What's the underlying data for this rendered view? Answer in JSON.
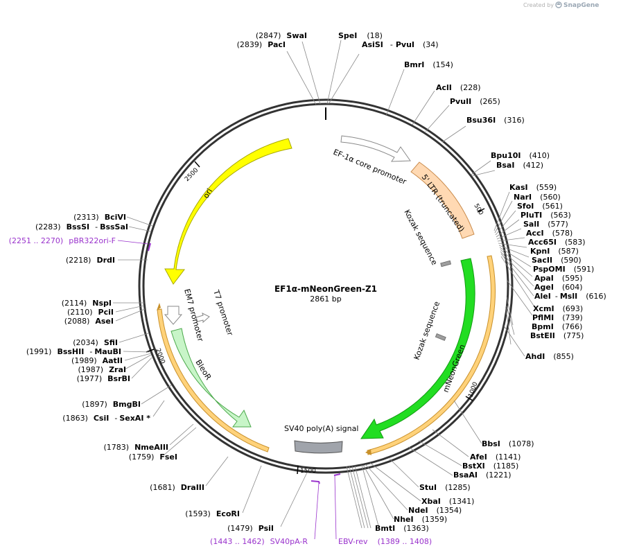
{
  "header": {
    "created_by": "Created by",
    "brand": "SnapGene"
  },
  "plasmid": {
    "name": "EF1α-mNeonGreen-Z1",
    "length": "2861 bp",
    "length_bp": 2861
  },
  "ticks": [
    {
      "bp": 500,
      "label": "500"
    },
    {
      "bp": 1000,
      "label": "1000"
    },
    {
      "bp": 1500,
      "label": "1500"
    },
    {
      "bp": 2000,
      "label": "2000"
    },
    {
      "bp": 2500,
      "label": "2500"
    }
  ],
  "features": [
    {
      "name": "EF-1α core promoter",
      "type": "promoter",
      "color": "#ffffff",
      "stroke": "#888888"
    },
    {
      "name": "5' LTR (truncated)",
      "type": "ltr",
      "color": "#ffd9b3",
      "stroke": "#c98a4a"
    },
    {
      "name": "Kozak sequence",
      "type": "misc",
      "color": "#9e9e9e"
    },
    {
      "name": "Kozak sequence",
      "type": "misc",
      "color": "#9e9e9e"
    },
    {
      "name": "mNeonGreen",
      "type": "cds",
      "color": "#22dd22",
      "stroke": "#119911"
    },
    {
      "name": "SV40 poly(A) signal",
      "type": "terminator",
      "color": "#a0a4ab"
    },
    {
      "name": "BleoR",
      "type": "cds",
      "color": "#c8f5c8",
      "stroke": "#4aa84a"
    },
    {
      "name": "EM7 promoter",
      "type": "promoter",
      "color": "#ffffff",
      "stroke": "#888888"
    },
    {
      "name": "T7 promoter",
      "type": "promoter",
      "color": "#ffffff",
      "stroke": "#888888"
    },
    {
      "name": "ori",
      "type": "origin",
      "color": "#ffff00",
      "stroke": "#b8b800"
    }
  ],
  "sites_right": [
    {
      "name": "SpeI",
      "pos": "(18)"
    },
    {
      "name": "AsiSI",
      "pos": "",
      "extra_sep": "-",
      "extra": "PvuI",
      "extra_pos": "(34)"
    },
    {
      "name": "BmrI",
      "pos": "(154)"
    },
    {
      "name": "AclI",
      "pos": "(228)"
    },
    {
      "name": "PvuII",
      "pos": "(265)"
    },
    {
      "name": "Bsu36I",
      "pos": "(316)"
    },
    {
      "name": "Bpu10I",
      "pos": "(410)"
    },
    {
      "name": "BsaI",
      "pos": "(412)"
    },
    {
      "name": "KasI",
      "pos": "(559)"
    },
    {
      "name": "NarI",
      "pos": "(560)"
    },
    {
      "name": "SfoI",
      "pos": "(561)"
    },
    {
      "name": "PluTI",
      "pos": "(563)"
    },
    {
      "name": "SalI",
      "pos": "(577)"
    },
    {
      "name": "AccI",
      "pos": "(578)"
    },
    {
      "name": "Acc65I",
      "pos": "(583)"
    },
    {
      "name": "KpnI",
      "pos": "(587)"
    },
    {
      "name": "SacII",
      "pos": "(590)"
    },
    {
      "name": "PspOMI",
      "pos": "(591)"
    },
    {
      "name": "ApaI",
      "pos": "(595)"
    },
    {
      "name": "AgeI",
      "pos": "(604)"
    },
    {
      "name": "AleI",
      "pos": "",
      "extra_sep": "-",
      "extra": "MslI",
      "extra_pos": "(616)"
    },
    {
      "name": "XcmI",
      "pos": "(693)"
    },
    {
      "name": "PflMI",
      "pos": "(739)"
    },
    {
      "name": "BpmI",
      "pos": "(766)"
    },
    {
      "name": "BstEII",
      "pos": "(775)"
    },
    {
      "name": "AhdI",
      "pos": "(855)"
    },
    {
      "name": "BbsI",
      "pos": "(1078)"
    },
    {
      "name": "AfeI",
      "pos": "(1141)"
    },
    {
      "name": "BstXI",
      "pos": "(1185)"
    },
    {
      "name": "BsaAI",
      "pos": "(1221)"
    },
    {
      "name": "StuI",
      "pos": "(1285)"
    },
    {
      "name": "XbaI",
      "pos": "(1341)"
    },
    {
      "name": "NdeI",
      "pos": "(1354)"
    },
    {
      "name": "NheI",
      "pos": "(1359)"
    },
    {
      "name": "BmtI",
      "pos": "(1363)"
    }
  ],
  "sites_left": [
    {
      "pos": "(2847)",
      "name": "SwaI"
    },
    {
      "pos": "(2839)",
      "name": "PacI"
    },
    {
      "pos": "(2313)",
      "name": "BciVI"
    },
    {
      "pos": "(2283)",
      "name": "BssSI",
      "extra_sep": "-",
      "extra": "BssSaI"
    },
    {
      "pos": "(2218)",
      "name": "DrdI"
    },
    {
      "pos": "(2114)",
      "name": "NspI"
    },
    {
      "pos": "(2110)",
      "name": "PciI"
    },
    {
      "pos": "(2088)",
      "name": "AseI"
    },
    {
      "pos": "(2034)",
      "name": "SfiI"
    },
    {
      "pos": "(1991)",
      "name": "BssHII",
      "extra_sep": "-",
      "extra": "MauBI"
    },
    {
      "pos": "(1989)",
      "name": "AatII"
    },
    {
      "pos": "(1987)",
      "name": "ZraI"
    },
    {
      "pos": "(1977)",
      "name": "BsrBI"
    },
    {
      "pos": "(1897)",
      "name": "BmgBI"
    },
    {
      "pos": "(1863)",
      "name": "CsiI",
      "extra_sep": "-",
      "extra": "SexAI *"
    },
    {
      "pos": "(1783)",
      "name": "NmeAIII"
    },
    {
      "pos": "(1759)",
      "name": "FseI"
    },
    {
      "pos": "(1681)",
      "name": "DraIII"
    },
    {
      "pos": "(1593)",
      "name": "EcoRI"
    },
    {
      "pos": "(1479)",
      "name": "PsiI"
    }
  ],
  "primers": [
    {
      "range": "(2251 .. 2270)",
      "name": "pBR322ori-F"
    },
    {
      "range": "(1443 .. 1462)",
      "name": "SV40pA-R"
    },
    {
      "name": "EBV-rev",
      "range": "(1389 .. 1408)"
    }
  ],
  "colors": {
    "backbone": "#333333",
    "primer": "#9932cc",
    "label_line": "#888888"
  }
}
